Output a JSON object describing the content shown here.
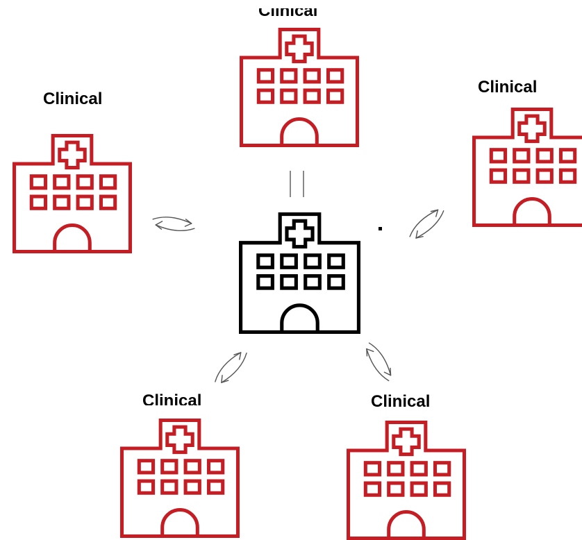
{
  "diagram": {
    "center_node": {
      "icon": "hospital-icon",
      "color": "#000000"
    },
    "satellite_nodes": [
      {
        "id": "top",
        "label": "Clinical",
        "icon": "hospital-icon",
        "color": "#C41E24"
      },
      {
        "id": "left",
        "label": "Clinical",
        "icon": "hospital-icon",
        "color": "#C41E24"
      },
      {
        "id": "right",
        "label": "Clinical",
        "icon": "hospital-icon",
        "color": "#C41E24"
      },
      {
        "id": "bottom-left",
        "label": "Clinical",
        "icon": "hospital-icon",
        "color": "#C41E24"
      },
      {
        "id": "bottom-right",
        "label": "Clinical",
        "icon": "hospital-icon",
        "color": "#C41E24"
      }
    ],
    "connector_icon": "bidirectional-arrows-icon",
    "connector_color": "#555555"
  }
}
